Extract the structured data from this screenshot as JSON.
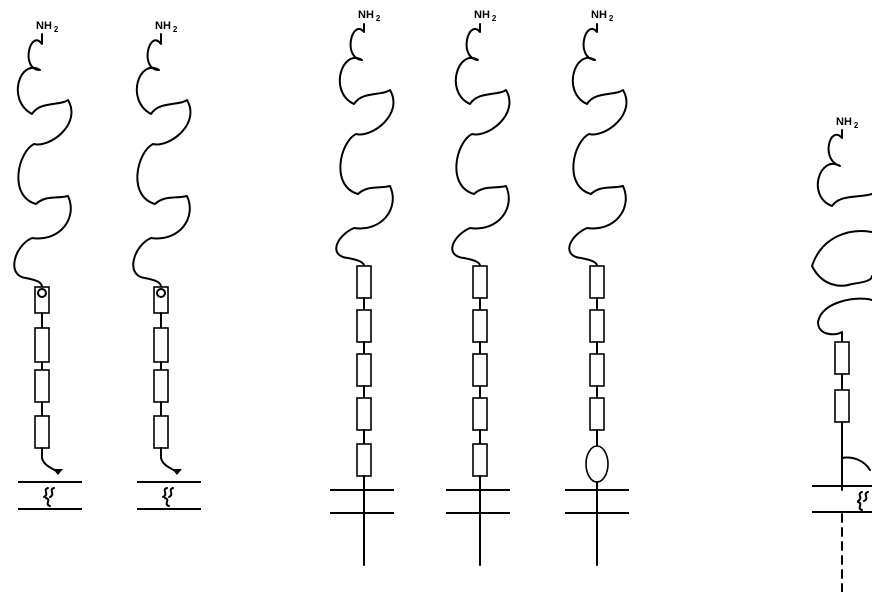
{
  "figure": {
    "amine_label": "NH",
    "amine_subscript": "2"
  },
  "molecules": [
    {
      "id": "mol-1",
      "domains": 4,
      "first_domain_circle": true,
      "anchor": "gpi"
    },
    {
      "id": "mol-2",
      "domains": 4,
      "first_domain_circle": true,
      "anchor": "gpi"
    },
    {
      "id": "mol-3",
      "domains": 5,
      "anchor": "transmembrane"
    },
    {
      "id": "mol-4",
      "domains": 5,
      "anchor": "transmembrane"
    },
    {
      "id": "mol-5",
      "domains": 4,
      "oval_domain": true,
      "anchor": "transmembrane"
    },
    {
      "id": "mol-6",
      "domains": 2,
      "anchor": "gpi-and-dashed-transmembrane"
    }
  ],
  "colors": {
    "line": "#000000",
    "background": "#ffffff"
  }
}
